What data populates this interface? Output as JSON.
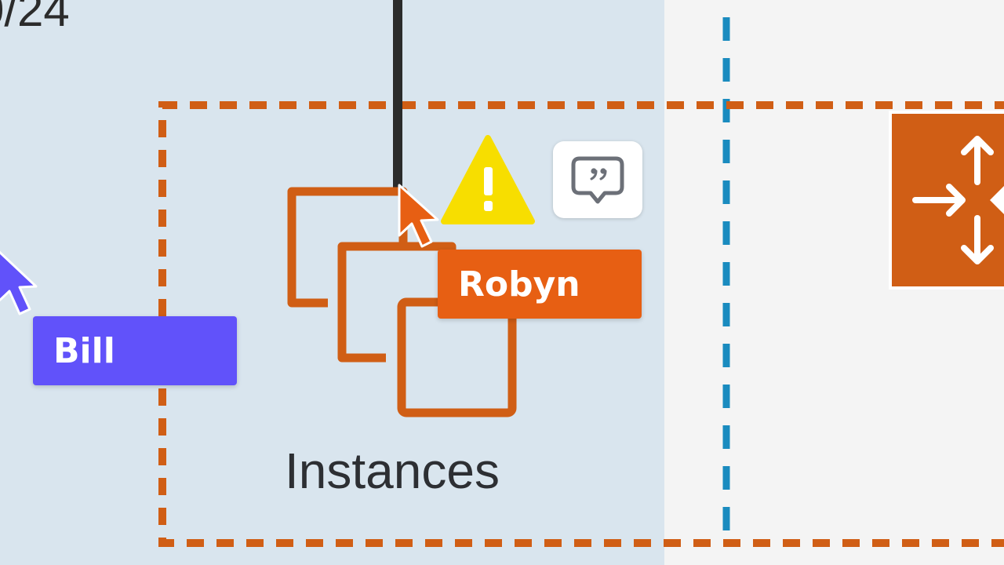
{
  "diagram": {
    "subnet_cidr_label": "0/24",
    "instances_label": "Instances",
    "colors": {
      "subnet_fill": "#d9e5ee",
      "canvas_fill": "#f4f4f4",
      "aws_orange": "#d05e15",
      "vpc_blue_dash": "#1a8bbf",
      "connector": "#2b2b2b",
      "warning_yellow": "#f7de00"
    }
  },
  "collaborators": [
    {
      "name": "Bill",
      "color": "#6152fa"
    },
    {
      "name": "Robyn",
      "color": "#e75f13"
    }
  ],
  "icons": {
    "instances": "ec2-instances-icon",
    "router": "router-icon",
    "warning": "warning-icon",
    "comment": "comment-icon"
  }
}
